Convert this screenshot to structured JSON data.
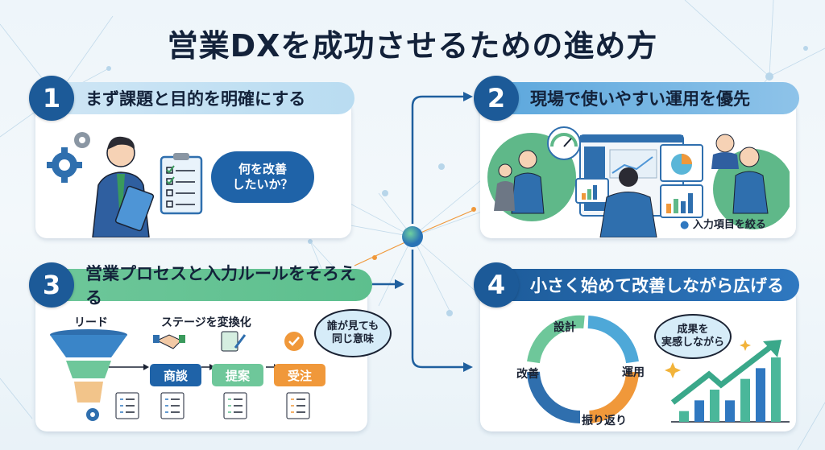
{
  "title": "営業DXを成功させるための進め方",
  "colors": {
    "navy": "#1c5a98",
    "blue": "#2f78c0",
    "green": "#5dbf8e",
    "orange": "#f0983a",
    "light_blue": "#c9e3f3",
    "text": "#13223a"
  },
  "steps": [
    {
      "number": "1",
      "heading": "まず課題と目的を明確にする",
      "bubble": [
        "何を改善",
        "したいか？"
      ],
      "icons": [
        "gear-icon",
        "businessman-icon",
        "checklist-clipboard-icon"
      ]
    },
    {
      "number": "2",
      "heading": "現場で使いやすい運用を優先",
      "note": "入力項目を絞る",
      "icons": [
        "gauge-icon",
        "dashboard-icon",
        "pie-chart-icon",
        "bar-chart-icon",
        "team-icon"
      ]
    },
    {
      "number": "3",
      "heading": "営業プロセスと入力ルールをそろえる",
      "funnel_label": "リード",
      "stages_title": "ステージを変換化",
      "stages": [
        "商談",
        "提案",
        "受注"
      ],
      "bubble": [
        "誰が見ても",
        "同じ意味"
      ],
      "icons": [
        "funnel-icon",
        "handshake-icon",
        "document-pen-icon",
        "check-circle-icon",
        "gear-icon",
        "checklist-icon"
      ]
    },
    {
      "number": "4",
      "heading": "小さく始めて改善しながら広げる",
      "cycle": [
        "設計",
        "運用",
        "振り返り",
        "改善"
      ],
      "bubble": [
        "成果を",
        "実感しながら"
      ],
      "growth_bars": [
        1,
        2,
        3,
        2,
        4,
        5,
        6
      ],
      "icons": [
        "cycle-arrows-icon",
        "growth-chart-icon",
        "sparkle-icon"
      ]
    }
  ]
}
